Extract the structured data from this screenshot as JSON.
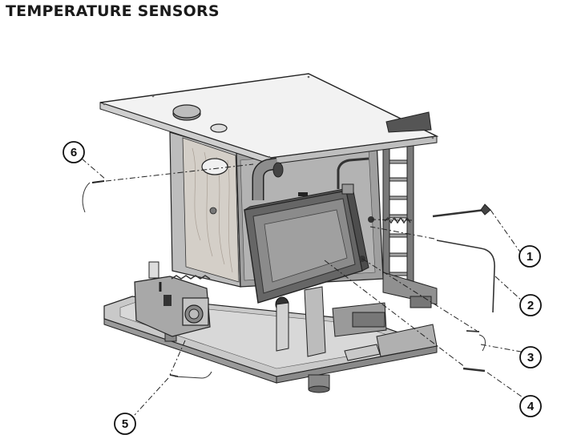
{
  "page": {
    "title": "TEMPERATURE SENSORS"
  },
  "callouts": [
    {
      "id": 1,
      "label": "1"
    },
    {
      "id": 2,
      "label": "2"
    },
    {
      "id": 3,
      "label": "3"
    },
    {
      "id": 4,
      "label": "4"
    },
    {
      "id": 5,
      "label": "5"
    },
    {
      "id": 6,
      "label": "6"
    }
  ]
}
